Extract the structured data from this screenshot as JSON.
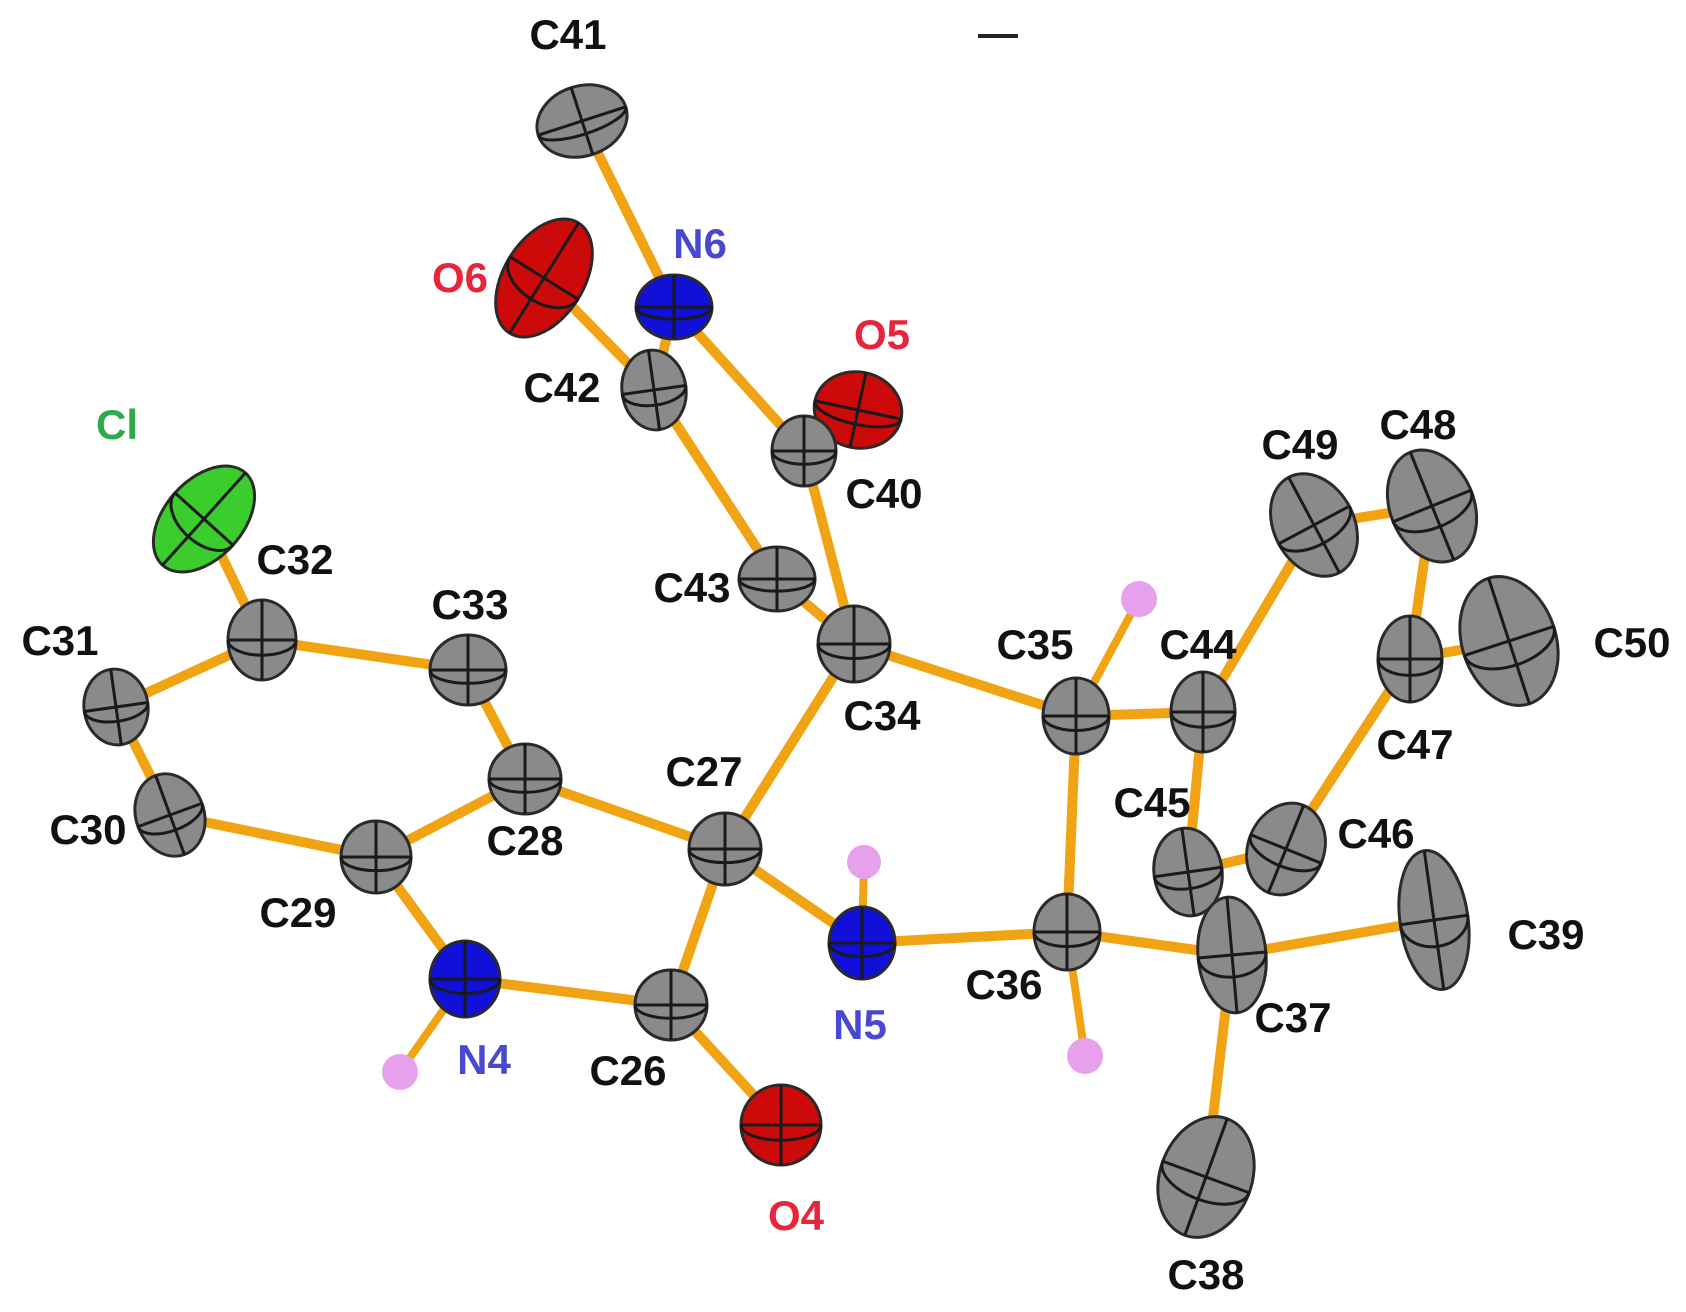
{
  "colors": {
    "C": "#8a8a8a",
    "N": "#1010d8",
    "O": "#cc0a0a",
    "Cl": "#3acd2d",
    "H": "#e6a0ec",
    "bond": "#f0a414",
    "label_C": "#111111",
    "label_N": "#4848d0",
    "label_O": "#e8243a",
    "label_Cl": "#2eaa4a"
  },
  "atoms": [
    {
      "id": "C41",
      "label": "C41",
      "element": "C"
    },
    {
      "id": "N6",
      "label": "N6",
      "element": "N"
    },
    {
      "id": "O6",
      "label": "O6",
      "element": "O"
    },
    {
      "id": "C42",
      "label": "C42",
      "element": "C"
    },
    {
      "id": "O5",
      "label": "O5",
      "element": "O"
    },
    {
      "id": "C40",
      "label": "C40",
      "element": "C"
    },
    {
      "id": "Cl",
      "label": "Cl",
      "element": "Cl"
    },
    {
      "id": "C32",
      "label": "C32",
      "element": "C"
    },
    {
      "id": "C33",
      "label": "C33",
      "element": "C"
    },
    {
      "id": "C43",
      "label": "C43",
      "element": "C"
    },
    {
      "id": "C34",
      "label": "C34",
      "element": "C"
    },
    {
      "id": "C35",
      "label": "C35",
      "element": "C"
    },
    {
      "id": "C44",
      "label": "C44",
      "element": "C"
    },
    {
      "id": "C49",
      "label": "C49",
      "element": "C"
    },
    {
      "id": "C48",
      "label": "C48",
      "element": "C"
    },
    {
      "id": "C50",
      "label": "C50",
      "element": "C"
    },
    {
      "id": "C47",
      "label": "C47",
      "element": "C"
    },
    {
      "id": "C31",
      "label": "C31",
      "element": "C"
    },
    {
      "id": "C30",
      "label": "C30",
      "element": "C"
    },
    {
      "id": "C28",
      "label": "C28",
      "element": "C"
    },
    {
      "id": "C29",
      "label": "C29",
      "element": "C"
    },
    {
      "id": "C27",
      "label": "C27",
      "element": "C"
    },
    {
      "id": "C45",
      "label": "C45",
      "element": "C"
    },
    {
      "id": "C46",
      "label": "C46",
      "element": "C"
    },
    {
      "id": "N5",
      "label": "N5",
      "element": "N"
    },
    {
      "id": "C36",
      "label": "C36",
      "element": "C"
    },
    {
      "id": "C37",
      "label": "C37",
      "element": "C"
    },
    {
      "id": "C39",
      "label": "C39",
      "element": "C"
    },
    {
      "id": "N4",
      "label": "N4",
      "element": "N"
    },
    {
      "id": "C26",
      "label": "C26",
      "element": "C"
    },
    {
      "id": "O4",
      "label": "O4",
      "element": "O"
    },
    {
      "id": "C38",
      "label": "C38",
      "element": "C"
    }
  ],
  "hydrogens": [
    {
      "id": "H_C35",
      "parent": "C35"
    },
    {
      "id": "H_N5",
      "parent": "N5"
    },
    {
      "id": "H_C36",
      "parent": "C36"
    },
    {
      "id": "H_N4",
      "parent": "N4"
    }
  ],
  "bonds": [
    [
      "C41",
      "N6"
    ],
    [
      "N6",
      "C42"
    ],
    [
      "N6",
      "C40"
    ],
    [
      "O6",
      "C42"
    ],
    [
      "C42",
      "C43"
    ],
    [
      "O5",
      "C40"
    ],
    [
      "C40",
      "C34"
    ],
    [
      "C43",
      "C34"
    ],
    [
      "C34",
      "C35"
    ],
    [
      "C34",
      "C27"
    ],
    [
      "C35",
      "C44"
    ],
    [
      "C35",
      "C36"
    ],
    [
      "C44",
      "C49"
    ],
    [
      "C44",
      "C45"
    ],
    [
      "C49",
      "C48"
    ],
    [
      "C48",
      "C47"
    ],
    [
      "C47",
      "C50"
    ],
    [
      "C47",
      "C46"
    ],
    [
      "C46",
      "C45"
    ],
    [
      "Cl",
      "C32"
    ],
    [
      "C32",
      "C31"
    ],
    [
      "C32",
      "C33"
    ],
    [
      "C31",
      "C30"
    ],
    [
      "C30",
      "C29"
    ],
    [
      "C29",
      "C28"
    ],
    [
      "C28",
      "C33"
    ],
    [
      "C28",
      "C27"
    ],
    [
      "C29",
      "N4"
    ],
    [
      "N4",
      "C26"
    ],
    [
      "C26",
      "C27"
    ],
    [
      "C26",
      "O4"
    ],
    [
      "C27",
      "N5"
    ],
    [
      "N5",
      "C36"
    ],
    [
      "C36",
      "C37"
    ],
    [
      "C37",
      "C39"
    ],
    [
      "C37",
      "C38"
    ]
  ],
  "h_bonds": [
    [
      "C35",
      "H_C35"
    ],
    [
      "N5",
      "H_N5"
    ],
    [
      "C36",
      "H_C36"
    ],
    [
      "N4",
      "H_N4"
    ]
  ]
}
